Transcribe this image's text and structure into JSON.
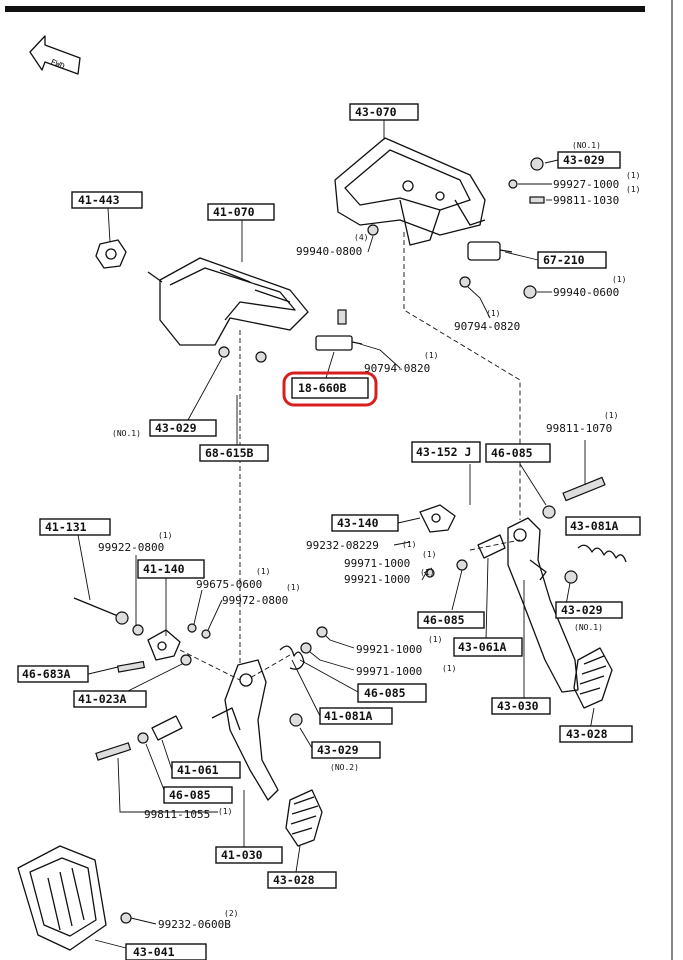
{
  "fwd_label": "FWD",
  "boxes": [
    {
      "id": "b43070",
      "text": "43-070"
    },
    {
      "id": "b43029a",
      "text": "43-029"
    },
    {
      "id": "b41443",
      "text": "41-443"
    },
    {
      "id": "b41070",
      "text": "41-070"
    },
    {
      "id": "b67210",
      "text": "67-210"
    },
    {
      "id": "b18660",
      "text": "18-660B"
    },
    {
      "id": "b43029b",
      "text": "43-029"
    },
    {
      "id": "b68615",
      "text": "68-615B"
    },
    {
      "id": "b43152",
      "text": "43-152 J"
    },
    {
      "id": "b46085a",
      "text": "46-085"
    },
    {
      "id": "b41131",
      "text": "41-131"
    },
    {
      "id": "b43140",
      "text": "43-140"
    },
    {
      "id": "b43081",
      "text": "43-081A"
    },
    {
      "id": "b41140",
      "text": "41-140"
    },
    {
      "id": "b43029c",
      "text": "43-029"
    },
    {
      "id": "b46085b",
      "text": "46-085"
    },
    {
      "id": "b43061",
      "text": "43-061A"
    },
    {
      "id": "b46683",
      "text": "46-683A"
    },
    {
      "id": "b46085c",
      "text": "46-085"
    },
    {
      "id": "b41023",
      "text": "41-023A"
    },
    {
      "id": "b41081",
      "text": "41-081A"
    },
    {
      "id": "b43030",
      "text": "43-030"
    },
    {
      "id": "b43028a",
      "text": "43-028"
    },
    {
      "id": "b43029d",
      "text": "43-029"
    },
    {
      "id": "b41061",
      "text": "41-061"
    },
    {
      "id": "b46085d",
      "text": "46-085"
    },
    {
      "id": "b41030",
      "text": "41-030"
    },
    {
      "id": "b43028b",
      "text": "43-028"
    },
    {
      "id": "b43041",
      "text": "43-041"
    }
  ],
  "labels": [
    {
      "id": "l1",
      "text": "(NO.1)"
    },
    {
      "id": "l2",
      "text": "99927-1000"
    },
    {
      "id": "l3",
      "text": "99811-1030"
    },
    {
      "id": "l4",
      "text": "99940-0800"
    },
    {
      "id": "l5",
      "text": "99940-0600"
    },
    {
      "id": "l6",
      "text": "90794-0820"
    },
    {
      "id": "l7",
      "text": "90794-0820"
    },
    {
      "id": "l8",
      "text": "(NO.1)"
    },
    {
      "id": "l9",
      "text": "99811-1070"
    },
    {
      "id": "l10",
      "text": "99922-0800"
    },
    {
      "id": "l11",
      "text": "99232-08229"
    },
    {
      "id": "l12",
      "text": "99971-1000"
    },
    {
      "id": "l13",
      "text": "99921-1000"
    },
    {
      "id": "l14",
      "text": "99675-0600"
    },
    {
      "id": "l15",
      "text": "99972-0800"
    },
    {
      "id": "l16",
      "text": "(NO.1)"
    },
    {
      "id": "l17",
      "text": "99921-1000"
    },
    {
      "id": "l18",
      "text": "99971-1000"
    },
    {
      "id": "l19",
      "text": "(NO.2)"
    },
    {
      "id": "l20",
      "text": "99811-1055"
    },
    {
      "id": "l21",
      "text": "99232-0600B"
    }
  ],
  "qty": [
    {
      "id": "q1",
      "text": "(1)"
    },
    {
      "id": "q2",
      "text": "(1)"
    },
    {
      "id": "q3",
      "text": "(4)"
    },
    {
      "id": "q4",
      "text": "(1)"
    },
    {
      "id": "q5",
      "text": "(1)"
    },
    {
      "id": "q6",
      "text": "(1)"
    },
    {
      "id": "q7",
      "text": "(1)"
    },
    {
      "id": "q8",
      "text": "(1)"
    },
    {
      "id": "q9",
      "text": "(1)"
    },
    {
      "id": "q10",
      "text": "(1)"
    },
    {
      "id": "q11",
      "text": "(1)"
    },
    {
      "id": "q12",
      "text": "(1)"
    },
    {
      "id": "q13",
      "text": "(1)"
    },
    {
      "id": "q14",
      "text": "(1)"
    },
    {
      "id": "q15",
      "text": "(1)"
    },
    {
      "id": "q16",
      "text": "(1)"
    },
    {
      "id": "q17",
      "text": "(2)"
    }
  ],
  "highlight_color": "#d81e1e"
}
